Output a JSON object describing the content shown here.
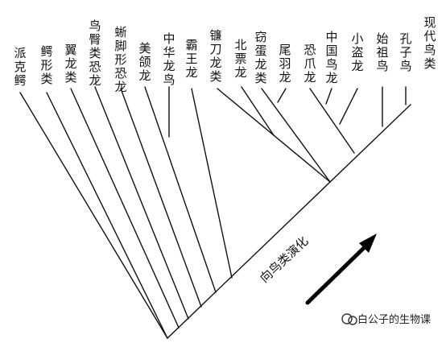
{
  "taxa": [
    "派克鳄",
    "鳄形类",
    "翼龙类",
    "鸟臀类恐龙",
    "蜥脚形恐龙",
    "美颌龙",
    "中华龙鸟",
    "霸王龙",
    "镰刀龙类",
    "北票龙",
    "窃蛋龙类",
    "尾羽龙",
    "恐爪龙",
    "中国鸟龙",
    "小盗龙",
    "始祖鸟",
    "孔子鸟",
    "现代鸟类"
  ],
  "arrow_label": "向鸟类演化",
  "watermark": {
    "icon": "wechat-official-account-icon",
    "text": "白公子的生物课"
  },
  "colors": {
    "line": "#111111",
    "text": "#111111"
  }
}
